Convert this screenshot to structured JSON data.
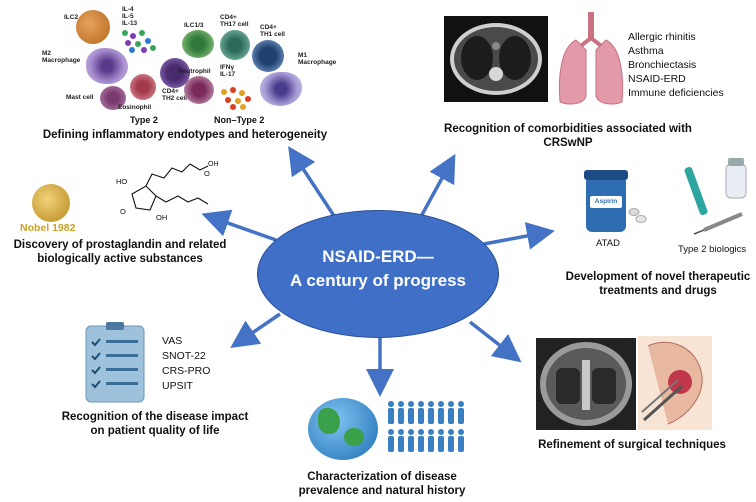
{
  "center": {
    "line1": "NSAID-ERD—",
    "line2": "A century of progress"
  },
  "endotypes": {
    "caption": "Defining inflammatory endotypes and heterogeneity",
    "type2_label": "Type 2",
    "nontype2_label": "Non–Type 2",
    "cells": {
      "ilc2": "ILC2",
      "il_list": [
        "IL-4",
        "IL-5",
        "IL-13"
      ],
      "m2_line1": "M2",
      "m2_line2": "Macrophage",
      "mast": "Mast cell",
      "eosinophil": "Eosinophil",
      "cd4_th2_line1": "CD4+",
      "cd4_th2_line2": "TH2 cell",
      "ilc13": "ILC1/3",
      "cd4_th17_line1": "CD4+",
      "cd4_th17_line2": "TH17 cell",
      "cd4_th1_line1": "CD4+",
      "cd4_th1_line2": "TH1 cell",
      "m1_line1": "M1",
      "m1_line2": "Macrophage",
      "neutrophil": "Neutrophil",
      "ifn_line1": "IFNγ",
      "ifn_line2": "IL-17"
    }
  },
  "comorbidities": {
    "caption": "Recognition of comorbidities associated with CRSwNP",
    "items": [
      "Allergic rhinitis",
      "Asthma",
      "Bronchiectasis",
      "NSAID-ERD",
      "Immune deficiencies"
    ]
  },
  "prostaglandin": {
    "badge": "Nobel 1982",
    "caption_line1": "Discovery of prostaglandin and related",
    "caption_line2": "biologically active substances",
    "chem_labels": [
      "HO",
      "OH",
      "O",
      "O",
      "OH"
    ]
  },
  "therapeutics": {
    "aspirin_label": "Aspirin",
    "atad_label": "ATAD",
    "biologics_label": "Type 2 biologics",
    "caption_line1": "Development of novel therapeutic",
    "caption_line2": "treatments and drugs"
  },
  "quality_of_life": {
    "items": [
      "VAS",
      "SNOT-22",
      "CRS-PRO",
      "UPSIT"
    ],
    "caption_line1": "Recognition of the disease impact",
    "caption_line2": "on patient quality of life"
  },
  "prevalence": {
    "caption_line1": "Characterization of disease",
    "caption_line2": "prevalence and natural history"
  },
  "surgery": {
    "caption": "Refinement of surgical techniques"
  },
  "colors": {
    "ellipse": "#3f6fc6",
    "arrow": "#4472c4",
    "nobel_gold": "#c9a227",
    "lung": "#d98a9a",
    "people": "#3a7fc1"
  }
}
